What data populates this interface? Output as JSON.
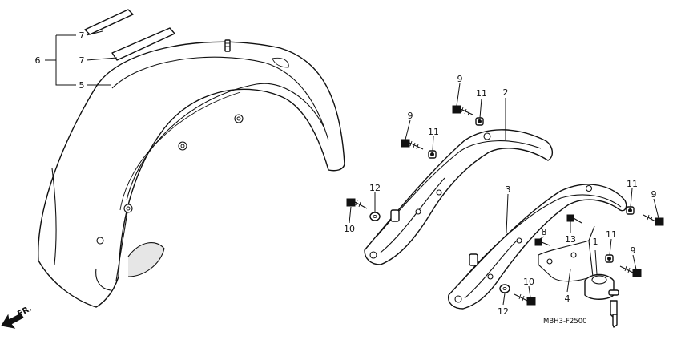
{
  "diagram_code": "MBH3-F2500",
  "direction_label": "FR.",
  "callouts": {
    "c1": "1",
    "c2": "2",
    "c3": "3",
    "c4": "4",
    "c5": "5",
    "c6": "6",
    "c7a": "7",
    "c7b": "7",
    "c8": "8",
    "c9a": "9",
    "c9b": "9",
    "c9c": "9",
    "c9d": "9",
    "c10a": "10",
    "c10b": "10",
    "c11a": "11",
    "c11b": "11",
    "c11c": "11",
    "c11d": "11",
    "c12a": "12",
    "c12b": "12",
    "c13": "13"
  }
}
